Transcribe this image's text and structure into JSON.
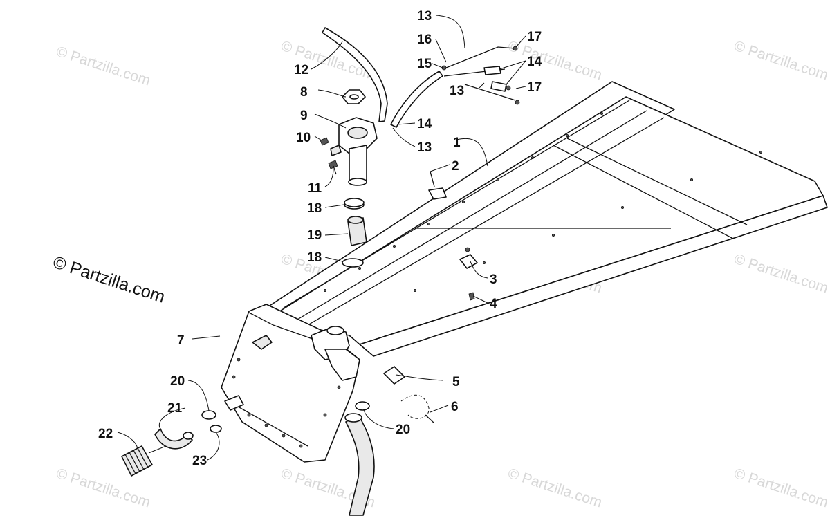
{
  "copyright": "© Partzilla.com",
  "watermark_text": "© Partzilla.com",
  "callouts": [
    "1",
    "2",
    "3",
    "4",
    "5",
    "6",
    "7",
    "8",
    "9",
    "10",
    "11",
    "12",
    "13",
    "13",
    "13",
    "14",
    "14",
    "15",
    "16",
    "17",
    "17",
    "18",
    "18",
    "19",
    "20",
    "20",
    "21",
    "22",
    "23"
  ],
  "colors": {
    "ink": "#111111",
    "watermark": "#d8d8d8",
    "paper": "#ffffff"
  }
}
